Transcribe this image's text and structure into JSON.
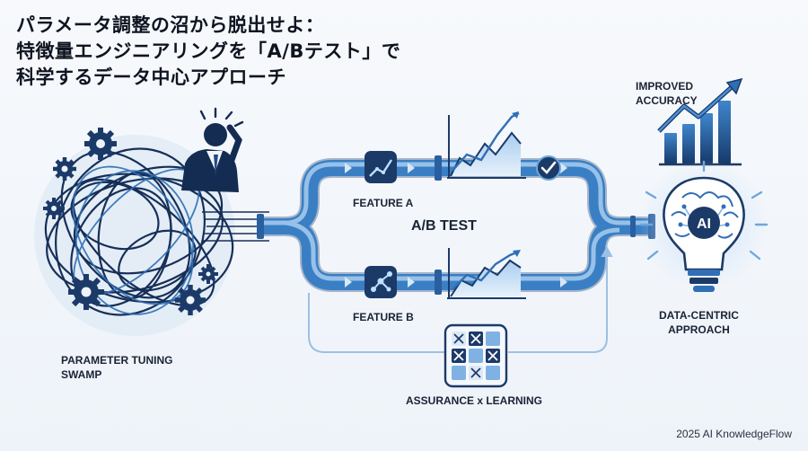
{
  "title": {
    "line1": "パラメータ調整の沼から脱出せよ：",
    "line2": "特徴量エンジニアリングを「A/Bテスト」で",
    "line3": "科学するデータ中心アプローチ"
  },
  "labels": {
    "swamp_line1": "PARAMETER TUNING",
    "swamp_line2": "SWAMP",
    "feature_a": "FEATURE A",
    "feature_b": "FEATURE B",
    "ab_test": "A/B TEST",
    "assurance": "ASSURANCE x LEARNING",
    "improved_line1": "IMPROVED",
    "improved_line2": "ACCURACY",
    "data_centric_line1": "DATA-CENTRIC",
    "data_centric_line2": "APPROACH",
    "ai_badge": "AI"
  },
  "credit": "2025 AI KnowledgeFlow",
  "colors": {
    "navy": "#14315e",
    "blue": "#2f6fb5",
    "light_blue": "#8fbbe6",
    "pipe": "#3e83c8",
    "ink": "#0e1420"
  },
  "icons": [
    "gear-icon",
    "stressed-person-icon",
    "trend-line-icon",
    "network-nodes-icon",
    "check-icon",
    "grid-matrix-icon",
    "brain-bulb-icon",
    "bar-chart-icon"
  ]
}
